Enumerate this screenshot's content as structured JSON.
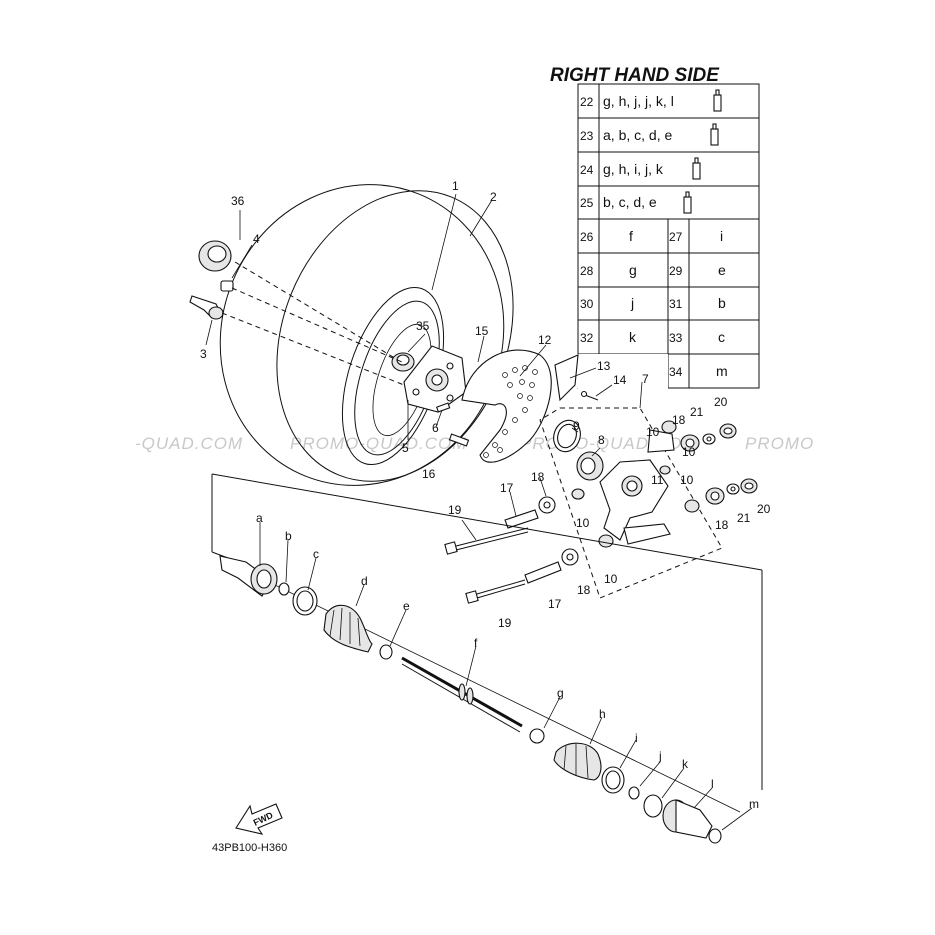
{
  "diagram": {
    "title": "RIGHT HAND SIDE",
    "code": "43PB100-H360",
    "fwd_label": "FWD",
    "watermarks": [
      "-QUAD.COM",
      "PROMO-QUAD.COM",
      "PROMO-QUAD.COM",
      "PROMO"
    ]
  },
  "kit_table": [
    {
      "no": "22",
      "parts": "g, h, j, j, k, l"
    },
    {
      "no": "23",
      "parts": "a, b, c, d, e"
    },
    {
      "no": "24",
      "parts": "g, h, i, j, k"
    },
    {
      "no": "25",
      "parts": "b, c, d, e"
    }
  ],
  "map_table": [
    [
      {
        "no": "26",
        "code": "f"
      },
      {
        "no": "27",
        "code": "i"
      }
    ],
    [
      {
        "no": "28",
        "code": "g"
      },
      {
        "no": "29",
        "code": "e"
      }
    ],
    [
      {
        "no": "30",
        "code": "j"
      },
      {
        "no": "31",
        "code": "b"
      }
    ],
    [
      {
        "no": "32",
        "code": "k"
      },
      {
        "no": "33",
        "code": "c"
      }
    ],
    [
      {
        "no": "",
        "code": ""
      },
      {
        "no": "34",
        "code": "m"
      }
    ]
  ],
  "callouts": {
    "n1": "1",
    "n2": "2",
    "n3": "3",
    "n4": "4",
    "n5": "5",
    "n6": "6",
    "n7": "7",
    "n8": "8",
    "n9": "9",
    "n10a": "10",
    "n10b": "10",
    "n10c": "10",
    "n10d": "10",
    "n10e": "10",
    "n11": "11",
    "n12": "12",
    "n13": "13",
    "n14": "14",
    "n15": "15",
    "n16": "16",
    "n17a": "17",
    "n17b": "17",
    "n18a": "18",
    "n18b": "18",
    "n18c": "18",
    "n18d": "18",
    "n19a": "19",
    "n19b": "19",
    "n20a": "20",
    "n20b": "20",
    "n21a": "21",
    "n21b": "21",
    "n35": "35",
    "n36": "36",
    "la": "a",
    "lb": "b",
    "lc": "c",
    "ld": "d",
    "le": "e",
    "lf": "f",
    "lg": "g",
    "lh": "h",
    "li": "i",
    "lj": "j",
    "lk": "k",
    "ll": "l",
    "lm": "m"
  }
}
